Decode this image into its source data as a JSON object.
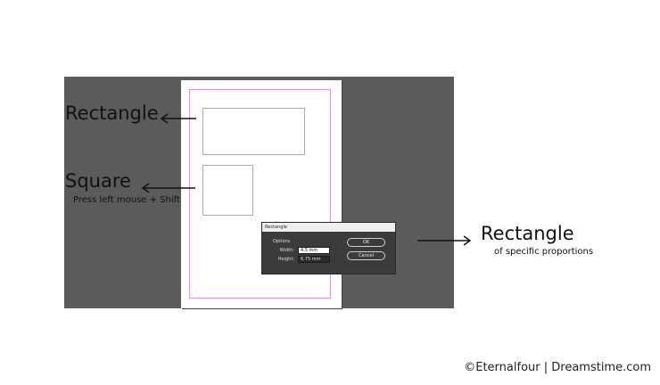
{
  "labels": {
    "rectangle_left": "Rectangle",
    "square": "Square",
    "square_hint": "Press left mouse + Shift",
    "rectangle_right": "Rectangle",
    "rectangle_right_sub": "of specific proportions"
  },
  "dialog": {
    "title": "Rectangle",
    "section": "Options",
    "width_label": "Width:",
    "width_value": "4.5 mm",
    "height_label": "Height:",
    "height_value": "6.75 mm",
    "ok_label": "OK",
    "cancel_label": "Cancel"
  },
  "credit": "©Eternalfour | Dreamstime.com",
  "colors": {
    "canvas": "#5b5b5b",
    "margin_guide": "#d99ad6",
    "frame_stroke": "#8fb3d6",
    "dialog_bg": "#3b3b3b",
    "selection": "#2d6fd1"
  }
}
